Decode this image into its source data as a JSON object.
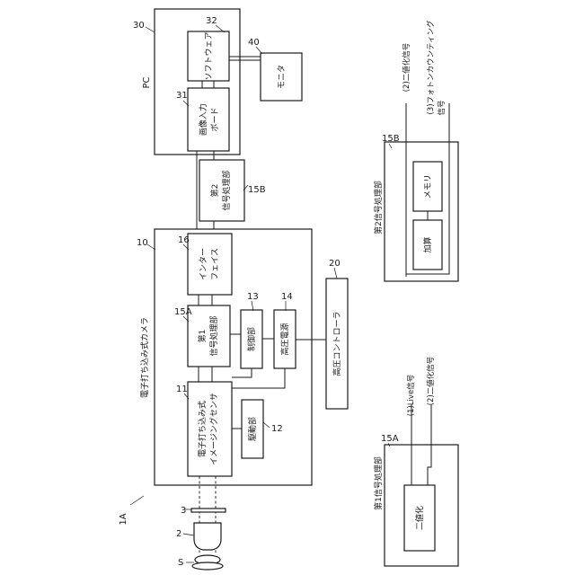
{
  "diagram": {
    "figure_ref": "1A",
    "camera": {
      "number": "10",
      "label": "電子打ち込み式カメラ"
    },
    "pc": {
      "number": "30",
      "label": "PC"
    },
    "software": {
      "number": "32",
      "label": "ソフトウェア"
    },
    "image_input_board": {
      "number": "31",
      "line1": "画像入力",
      "line2": "ボード"
    },
    "monitor": {
      "number": "40",
      "label": "モニタ"
    },
    "second_signal_processor": {
      "number": "15B",
      "line1": "第2",
      "line2": "信号処理部"
    },
    "interface": {
      "number": "16",
      "line1": "インター",
      "line2": "フェイス"
    },
    "first_signal_processor": {
      "number": "15A",
      "line1": "第1",
      "line2": "信号処理部"
    },
    "controller": {
      "number": "13",
      "label": "制御部"
    },
    "high_voltage_supply": {
      "number": "14",
      "label": "高圧電源"
    },
    "high_voltage_controller": {
      "number": "20",
      "label": "高圧コントローラ"
    },
    "sensor": {
      "number": "11",
      "line1": "電子打ち込み式",
      "line2": "イメージングセンサ"
    },
    "driver": {
      "number": "12",
      "label": "駆動部"
    },
    "optics": {
      "lens_number": "3",
      "objective_number": "2",
      "sample_label": "S"
    }
  },
  "detail_15A": {
    "title": "第1信号処理部",
    "number": "15A",
    "block_label": "二値化",
    "signal_1": "(1)Live信号",
    "signal_2": "(2)二値化信号"
  },
  "detail_15B": {
    "title": "第2信号処理部",
    "number": "15B",
    "block_memory": "メモリ",
    "block_add": "加算",
    "signal_2": "(2)二値化信号",
    "signal_3_line1": "(3)フォトンカウンティング",
    "signal_3_line2": "信号"
  }
}
